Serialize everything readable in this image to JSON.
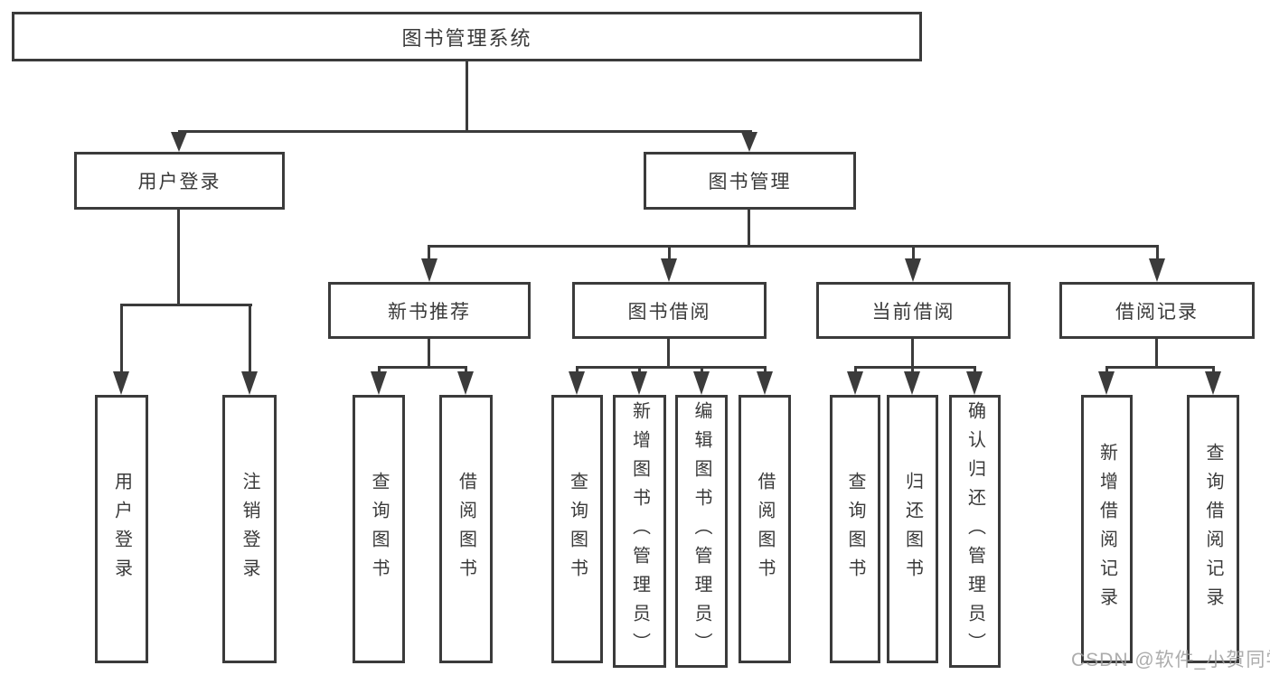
{
  "diagram": {
    "colors": {
      "line": "#3b3b3b",
      "text": "#3a3a3a",
      "background": "#ffffff",
      "watermark": "#9e9e9e"
    },
    "tree": {
      "label": "图书管理系统",
      "children": [
        {
          "label": "用户登录",
          "children": [
            {
              "label": "用户登录"
            },
            {
              "label": "注销登录"
            }
          ]
        },
        {
          "label": "图书管理",
          "children": [
            {
              "label": "新书推荐",
              "children": [
                {
                  "label": "查询图书"
                },
                {
                  "label": "借阅图书"
                }
              ]
            },
            {
              "label": "图书借阅",
              "children": [
                {
                  "label": "查询图书"
                },
                {
                  "label": "新增图书（管理员）"
                },
                {
                  "label": "编辑图书（管理员）"
                },
                {
                  "label": "借阅图书"
                }
              ]
            },
            {
              "label": "当前借阅",
              "children": [
                {
                  "label": "查询图书"
                },
                {
                  "label": "归还图书"
                },
                {
                  "label": "确认归还（管理员）"
                }
              ]
            },
            {
              "label": "借阅记录",
              "children": [
                {
                  "label": "新增借阅记录"
                },
                {
                  "label": "查询借阅记录"
                }
              ]
            }
          ]
        }
      ]
    },
    "watermark": {
      "text": "CSDN @软件_小贺同学"
    }
  }
}
